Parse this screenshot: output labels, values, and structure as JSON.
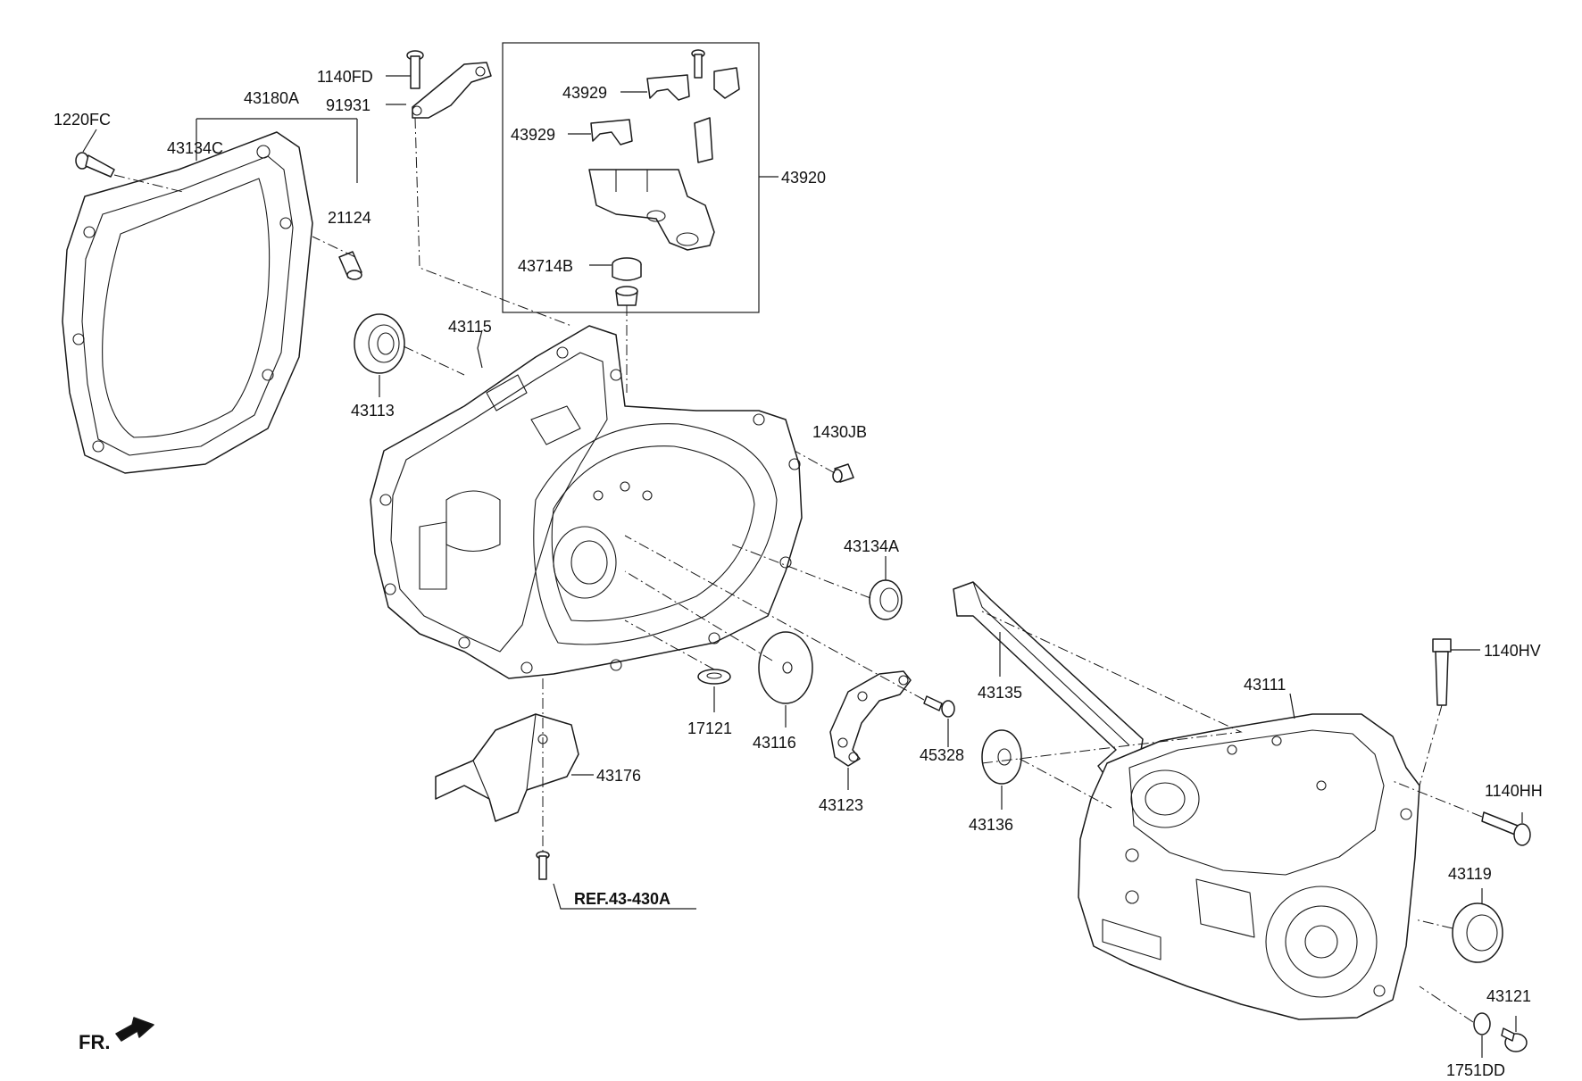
{
  "labels": {
    "p1140fd": "1140FD",
    "p91931": "91931",
    "p43180a": "43180A",
    "p1220fc": "1220FC",
    "p43134c": "43134C",
    "p21124": "21124",
    "p43929a": "43929",
    "p43929b": "43929",
    "p43920": "43920",
    "p43714b": "43714B",
    "p43115": "43115",
    "p43113": "43113",
    "p1430jb": "1430JB",
    "p43134a": "43134A",
    "p1140hv": "1140HV",
    "p43111": "43111",
    "p43135": "43135",
    "p17121": "17121",
    "p43116": "43116",
    "p45328": "45328",
    "p43123": "43123",
    "p43136": "43136",
    "p43176": "43176",
    "p1140hh": "1140HH",
    "p43119": "43119",
    "p43121": "43121",
    "p1751dd": "1751DD",
    "ref": "REF.43-430A",
    "fr": "FR."
  }
}
